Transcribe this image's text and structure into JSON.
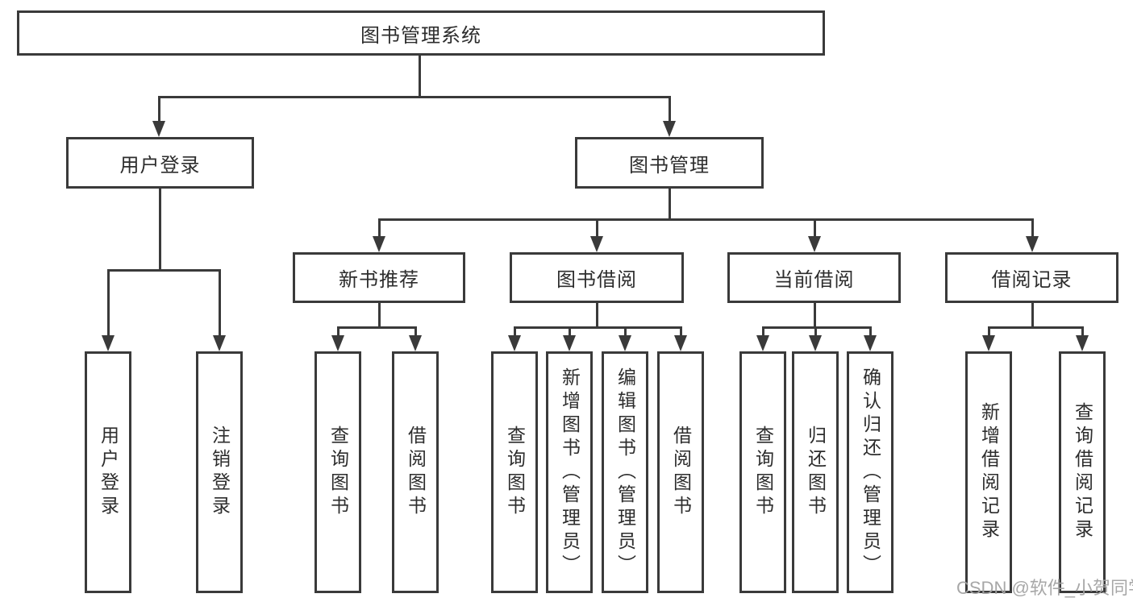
{
  "tree": {
    "root_label": "图书管理系统",
    "branches": [
      {
        "label": "用户登录"
      },
      {
        "label": "图书管理"
      }
    ],
    "modules": [
      {
        "label": "新书推荐"
      },
      {
        "label": "图书借阅"
      },
      {
        "label": "当前借阅"
      },
      {
        "label": "借阅记录"
      }
    ],
    "leaves": [
      {
        "label": "用户登录"
      },
      {
        "label": "注销登录"
      },
      {
        "label": "查询图书"
      },
      {
        "label": "借阅图书"
      },
      {
        "label": "查询图书"
      },
      {
        "label": "新增图书（管理员）"
      },
      {
        "label": "编辑图书（管理员）"
      },
      {
        "label": "借阅图书"
      },
      {
        "label": "查询图书"
      },
      {
        "label": "归还图书"
      },
      {
        "label": "确认归还（管理员）"
      },
      {
        "label": "新增借阅记录"
      },
      {
        "label": "查询借阅记录"
      }
    ]
  },
  "watermark": {
    "text": "CSDN @软件_小贺同学"
  },
  "colors": {
    "line": "#3a3a3a",
    "text": "#2d2d2d",
    "watermark": "#a2a2a2",
    "background": "#ffffff"
  }
}
